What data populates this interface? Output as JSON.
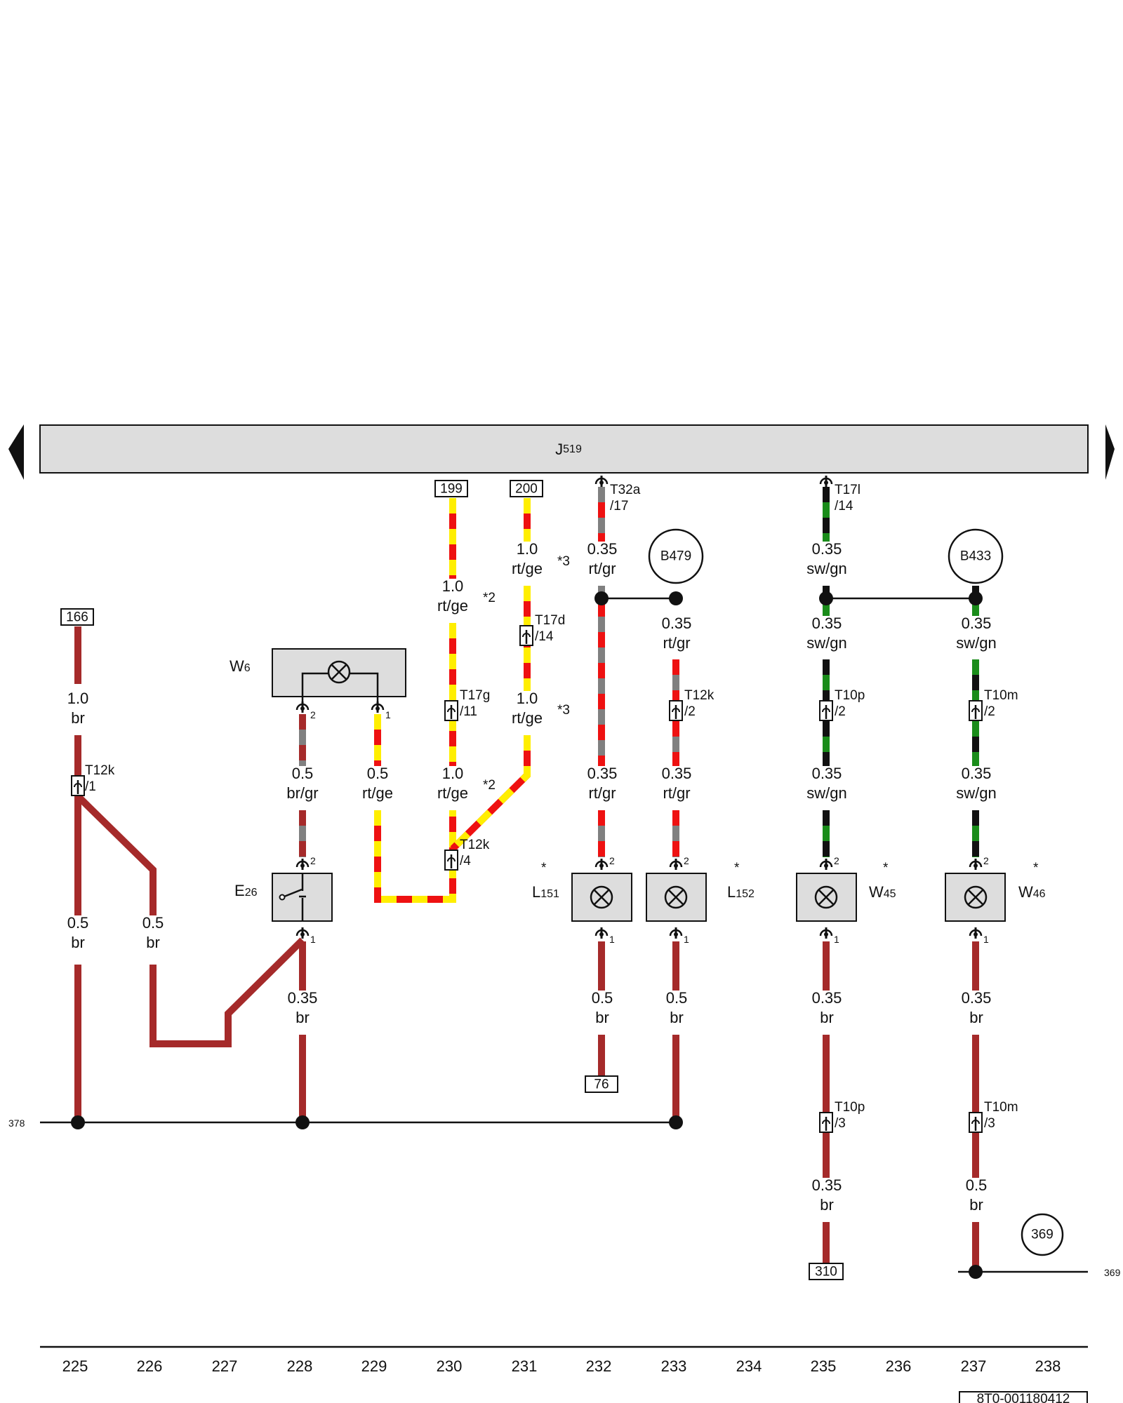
{
  "ecu": {
    "label_main": "J",
    "label_sub": "519"
  },
  "colors": {
    "br": "#a52a2a",
    "rt": "#ee1111",
    "ge": "#ffee00",
    "gr": "#808080",
    "sw": "#111111",
    "gn": "#1a8c1a",
    "box": "#dddddd",
    "line": "#111111"
  },
  "refs": {
    "r166": "166",
    "r199": "199",
    "r200": "200",
    "r76": "76",
    "r310": "310",
    "g378": "378",
    "g369": "369",
    "doc": "8T0-001180412"
  },
  "circles": {
    "b479": "B479",
    "b433": "B433",
    "c369": "369"
  },
  "components": {
    "w6": {
      "main": "W",
      "sub": "6"
    },
    "e26": {
      "main": "E",
      "sub": "26"
    },
    "l151": {
      "main": "L",
      "sub": "151",
      "star": "*"
    },
    "l152": {
      "main": "L",
      "sub": "152",
      "star": "*"
    },
    "w45": {
      "main": "W",
      "sub": "45",
      "star": "*"
    },
    "w46": {
      "main": "W",
      "sub": "46",
      "star": "*"
    }
  },
  "connectors": {
    "t32a": {
      "name": "T32a",
      "pin": "/17"
    },
    "t17l": {
      "name": "T17l",
      "pin": "/14"
    },
    "t17d": {
      "name": "T17d",
      "pin": "/14"
    },
    "t17g": {
      "name": "T17g",
      "pin": "/11"
    },
    "t12k1": {
      "name": "T12k",
      "pin": "/1"
    },
    "t12k2": {
      "name": "T12k",
      "pin": "/2"
    },
    "t12k4": {
      "name": "T12k",
      "pin": "/4"
    },
    "t10p2": {
      "name": "T10p",
      "pin": "/2"
    },
    "t10m2": {
      "name": "T10m",
      "pin": "/2"
    },
    "t10p3": {
      "name": "T10p",
      "pin": "/3"
    },
    "t10m3": {
      "name": "T10m",
      "pin": "/3"
    }
  },
  "pins": {
    "p1": "1",
    "p2": "2"
  },
  "notes": {
    "n2": "*2",
    "n3": "*3"
  },
  "wire_labels": {
    "w166": {
      "size": "1.0",
      "color": "br"
    },
    "w225": {
      "size": "0.5",
      "color": "br"
    },
    "w226": {
      "size": "0.5",
      "color": "br"
    },
    "w228a": {
      "size": "0.5",
      "color": "br/gr"
    },
    "w228b": {
      "size": "0.35",
      "color": "br"
    },
    "w229": {
      "size": "0.5",
      "color": "rt/ge"
    },
    "w230a": {
      "size": "1.0",
      "color": "rt/ge"
    },
    "w230b": {
      "size": "1.0",
      "color": "rt/ge"
    },
    "w231a": {
      "size": "1.0",
      "color": "rt/ge"
    },
    "w231b": {
      "size": "1.0",
      "color": "rt/ge"
    },
    "w232a": {
      "size": "0.35",
      "color": "rt/gr"
    },
    "w232b": {
      "size": "0.35",
      "color": "rt/gr"
    },
    "w232c": {
      "size": "0.5",
      "color": "br"
    },
    "w233a": {
      "size": "0.35",
      "color": "rt/gr"
    },
    "w233b": {
      "size": "0.35",
      "color": "rt/gr"
    },
    "w233c": {
      "size": "0.5",
      "color": "br"
    },
    "w235a": {
      "size": "0.35",
      "color": "sw/gn"
    },
    "w235b": {
      "size": "0.35",
      "color": "sw/gn"
    },
    "w235c": {
      "size": "0.35",
      "color": "sw/gn"
    },
    "w235d": {
      "size": "0.35",
      "color": "br"
    },
    "w235e": {
      "size": "0.35",
      "color": "br"
    },
    "w237a": {
      "size": "0.35",
      "color": "sw/gn"
    },
    "w237b": {
      "size": "0.35",
      "color": "sw/gn"
    },
    "w237c": {
      "size": "0.35",
      "color": "br"
    },
    "w237d": {
      "size": "0.5",
      "color": "br"
    }
  },
  "columns": [
    "225",
    "226",
    "227",
    "228",
    "229",
    "230",
    "231",
    "232",
    "233",
    "234",
    "235",
    "236",
    "237",
    "238"
  ]
}
